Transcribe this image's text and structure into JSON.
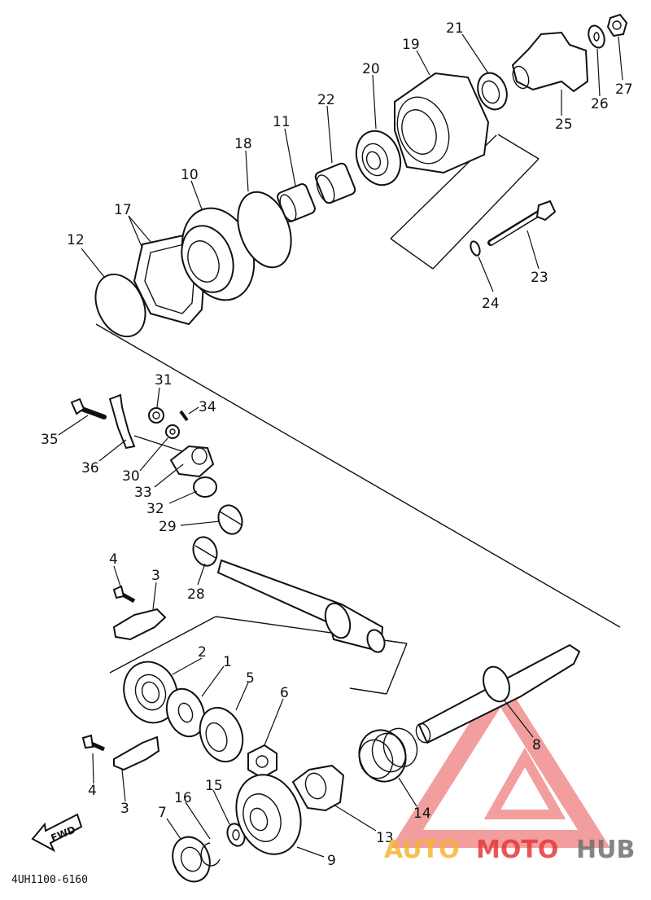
{
  "diagram": {
    "code": "4UH1100-6160",
    "arrow_label": "FWD",
    "labels": {
      "l1": "1",
      "l2": "2",
      "l3a": "3",
      "l3b": "3",
      "l4a": "4",
      "l4b": "4",
      "l5": "5",
      "l6": "6",
      "l7": "7",
      "l8": "8",
      "l9": "9",
      "l10": "10",
      "l11": "11",
      "l12": "12",
      "l13": "13",
      "l14": "14",
      "l15": "15",
      "l16": "16",
      "l17": "17",
      "l18": "18",
      "l19": "19",
      "l20": "20",
      "l21": "21",
      "l22": "22",
      "l23": "23",
      "l24": "24",
      "l25": "25",
      "l26": "26",
      "l27": "27",
      "l28": "28",
      "l29": "29",
      "l30": "30",
      "l31": "31",
      "l32": "32",
      "l33": "33",
      "l34": "34",
      "l35": "35",
      "l36": "36"
    }
  },
  "watermark": {
    "part1": "AUTO",
    "part2": "MOTO",
    "part3": "HUB",
    "colors": {
      "auto": "#f6b531",
      "moto": "#e53a3a",
      "hub": "#707070"
    }
  }
}
